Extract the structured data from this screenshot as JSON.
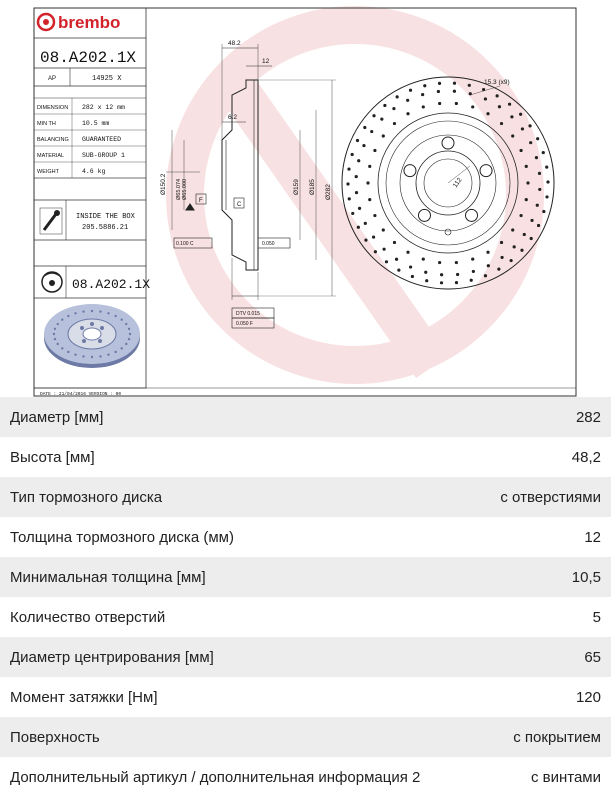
{
  "sheet": {
    "brand": "brembo",
    "part_number": "08.A202.1X",
    "ap_label": "AP",
    "ap_value": "14925 X",
    "specs": [
      {
        "label": "DIMENSION",
        "value": "282 x 12 mm"
      },
      {
        "label": "MIN TH",
        "value": "10.5 mm"
      },
      {
        "label": "BALANCING",
        "value": "GUARANTEED"
      },
      {
        "label": "MATERIAL",
        "value": "SUB-GROUP 1"
      },
      {
        "label": "WEIGHT",
        "value": "4.6 kg"
      }
    ],
    "inside_box_title": "INSIDE THE BOX",
    "inside_box_code": "205.5886.21",
    "bottom_part_number": "08.A202.1X",
    "date_line": "DATE : 21/04/2016  VERSION : 00",
    "dims": {
      "d48": "48.2",
      "d12": "12",
      "d62": "6.2",
      "d1502": "Ø150.2",
      "d65": "Ø65.074\nØ65.000",
      "d159": "Ø159",
      "d185": "Ø185",
      "d282": "Ø282",
      "holes": "15.3 (x9)",
      "pcd": "112",
      "f_label": "F",
      "c_label": "C",
      "tol1": "0.100 C",
      "tol2": "0.050",
      "dtv": "DTV 0.015",
      "tol3": "0.050 F"
    }
  },
  "table": {
    "rows": [
      {
        "label": "Диаметр [мм]",
        "value": "282"
      },
      {
        "label": "Высота [мм]",
        "value": "48,2"
      },
      {
        "label": "Тип тормозного диска",
        "value": "с отверстиями"
      },
      {
        "label": "Толщина тормозного диска (мм)",
        "value": "12"
      },
      {
        "label": "Минимальная толщина [мм]",
        "value": "10,5"
      },
      {
        "label": "Количество отверстий",
        "value": "5"
      },
      {
        "label": "Диаметр центрирования [мм]",
        "value": "65"
      },
      {
        "label": "Момент затяжки [Нм]",
        "value": "120"
      },
      {
        "label": "Поверхность",
        "value": "с покрытием"
      },
      {
        "label": "Дополнительный артикул / дополнительная информация 2",
        "value": "с винтами"
      }
    ]
  },
  "colors": {
    "brand_red": "#d2232a",
    "watermark": "#f4c9cc",
    "row_shade": "#ededed",
    "line": "#333333"
  }
}
